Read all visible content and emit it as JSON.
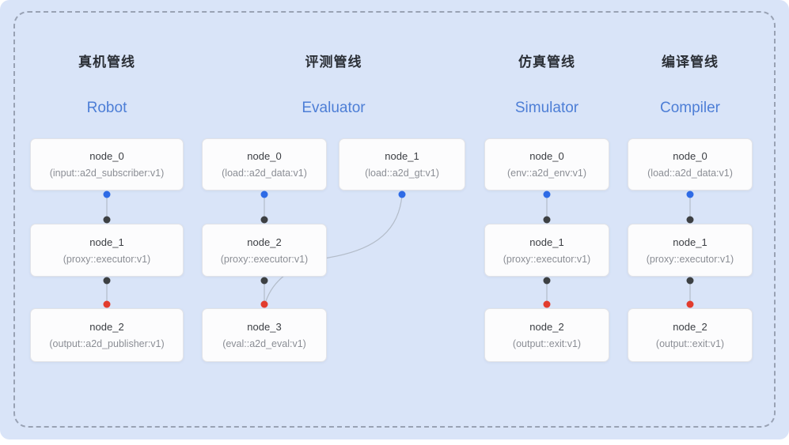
{
  "canvas": {
    "background": "#d9e4f8",
    "frame_border": "#99a2b4"
  },
  "colors": {
    "blue_dot": "#2e6be6",
    "dark_dot": "#3d4043",
    "red_dot": "#e23c2e",
    "edge": "#b3bcc9",
    "title_zh": "#2b2f36",
    "title_en": "#4d7ed6"
  },
  "pipelines": [
    {
      "title_zh": "真机管线",
      "title_en": "Robot",
      "nodes": [
        {
          "name": "node_0",
          "type": "(input::a2d_subscriber:v1)"
        },
        {
          "name": "node_1",
          "type": "(proxy::executor:v1)"
        },
        {
          "name": "node_2",
          "type": "(output::a2d_publisher:v1)"
        }
      ]
    },
    {
      "title_zh": "评测管线",
      "title_en": "Evaluator",
      "nodes": [
        {
          "name": "node_0",
          "type": "(load::a2d_data:v1)"
        },
        {
          "name": "node_1",
          "type": "(load::a2d_gt:v1)"
        },
        {
          "name": "node_2",
          "type": "(proxy::executor:v1)"
        },
        {
          "name": "node_3",
          "type": "(eval::a2d_eval:v1)"
        }
      ]
    },
    {
      "title_zh": "仿真管线",
      "title_en": "Simulator",
      "nodes": [
        {
          "name": "node_0",
          "type": "(env::a2d_env:v1)"
        },
        {
          "name": "node_1",
          "type": "(proxy::executor:v1)"
        },
        {
          "name": "node_2",
          "type": "(output::exit:v1)"
        }
      ]
    },
    {
      "title_zh": "编译管线",
      "title_en": "Compiler",
      "nodes": [
        {
          "name": "node_0",
          "type": "(load::a2d_data:v1)"
        },
        {
          "name": "node_1",
          "type": "(proxy::executor:v1)"
        },
        {
          "name": "node_2",
          "type": "(output::exit:v1)"
        }
      ]
    }
  ]
}
